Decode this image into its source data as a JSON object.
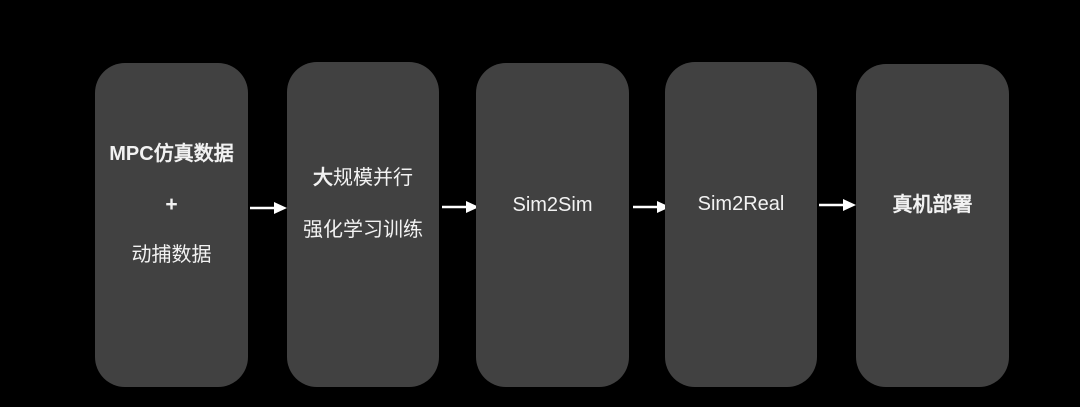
{
  "colors": {
    "background": "#000000",
    "box_fill": "#414141",
    "text": "#f2f2f2",
    "arrow": "#ffffff"
  },
  "flow": {
    "steps": [
      {
        "line1": "MPC仿真数据",
        "line2": "+",
        "line3": "动捕数据"
      },
      {
        "line1_bold": "大",
        "line1_rest": "规模并行",
        "line2": "强化学习训练"
      },
      {
        "label": "Sim2Sim"
      },
      {
        "label": "Sim2Real"
      },
      {
        "label": "真机部署"
      }
    ]
  }
}
